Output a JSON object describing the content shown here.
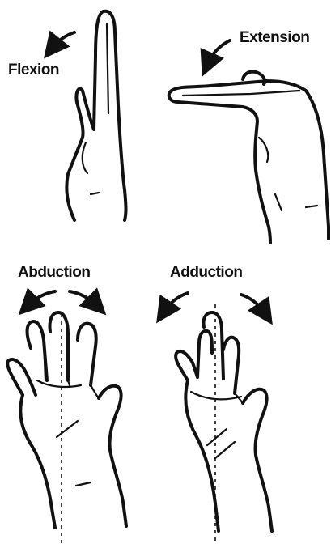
{
  "labels": {
    "flexion": "Flexion",
    "extension": "Extension",
    "abduction": "Abduction",
    "adduction": "Adduction"
  },
  "colors": {
    "ink": "#111111",
    "background": "#ffffff"
  }
}
